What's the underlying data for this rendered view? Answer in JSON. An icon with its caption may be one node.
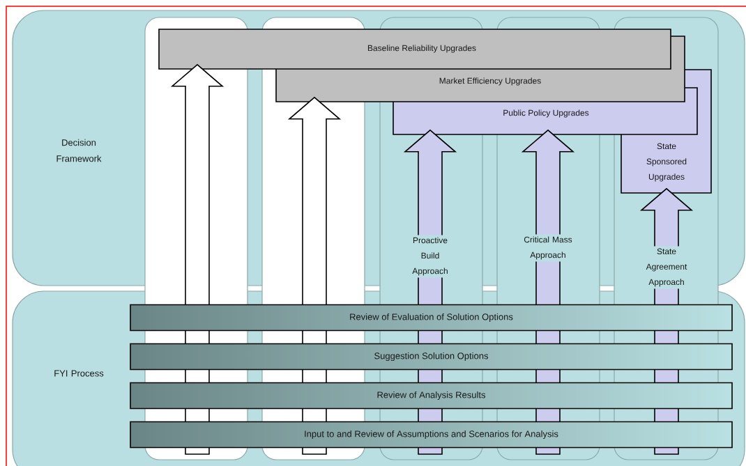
{
  "diagram": {
    "nodes": [
      {
        "text": [
          "Decision Framework"
        ]
      },
      {
        "text": [
          "FYI Process"
        ]
      },
      {
        "text": [
          "Baseline Reliability Upgrades"
        ],
        "in": 0
      },
      {
        "text": [
          "Market Efficiency Upgrades"
        ],
        "in": 0
      },
      {
        "text": [
          "Public Policy Upgrades"
        ],
        "in": 0
      },
      {
        "text": [
          "State Sponsored Upgrades"
        ],
        "in": 0
      },
      {
        "text": [
          "Review of Evaluation of Solution Options"
        ],
        "in": 1
      },
      {
        "text": [
          "Suggestion Solution Options"
        ],
        "in": 1
      },
      {
        "text": [
          "Review of Analysis Results"
        ],
        "in": 1
      },
      {
        "text": [
          "Input to and Review of Assumptions and Scenarios for Analysis"
        ],
        "in": 1
      }
    ],
    "edges": [
      {
        "from": null,
        "to": 2,
        "arrow": "to",
        "color": "#ffffff"
      },
      {
        "from": null,
        "to": 3,
        "arrow": "to",
        "color": "#ffffff"
      },
      {
        "from": null,
        "to": 4,
        "arrow": "to",
        "label": "Proactive Build Approach"
      },
      {
        "from": null,
        "to": 4,
        "arrow": "to",
        "label": "Critical Mass Approach"
      },
      {
        "from": null,
        "to": 5,
        "arrow": "to",
        "label": "State Agreement Approach"
      }
    ]
  }
}
